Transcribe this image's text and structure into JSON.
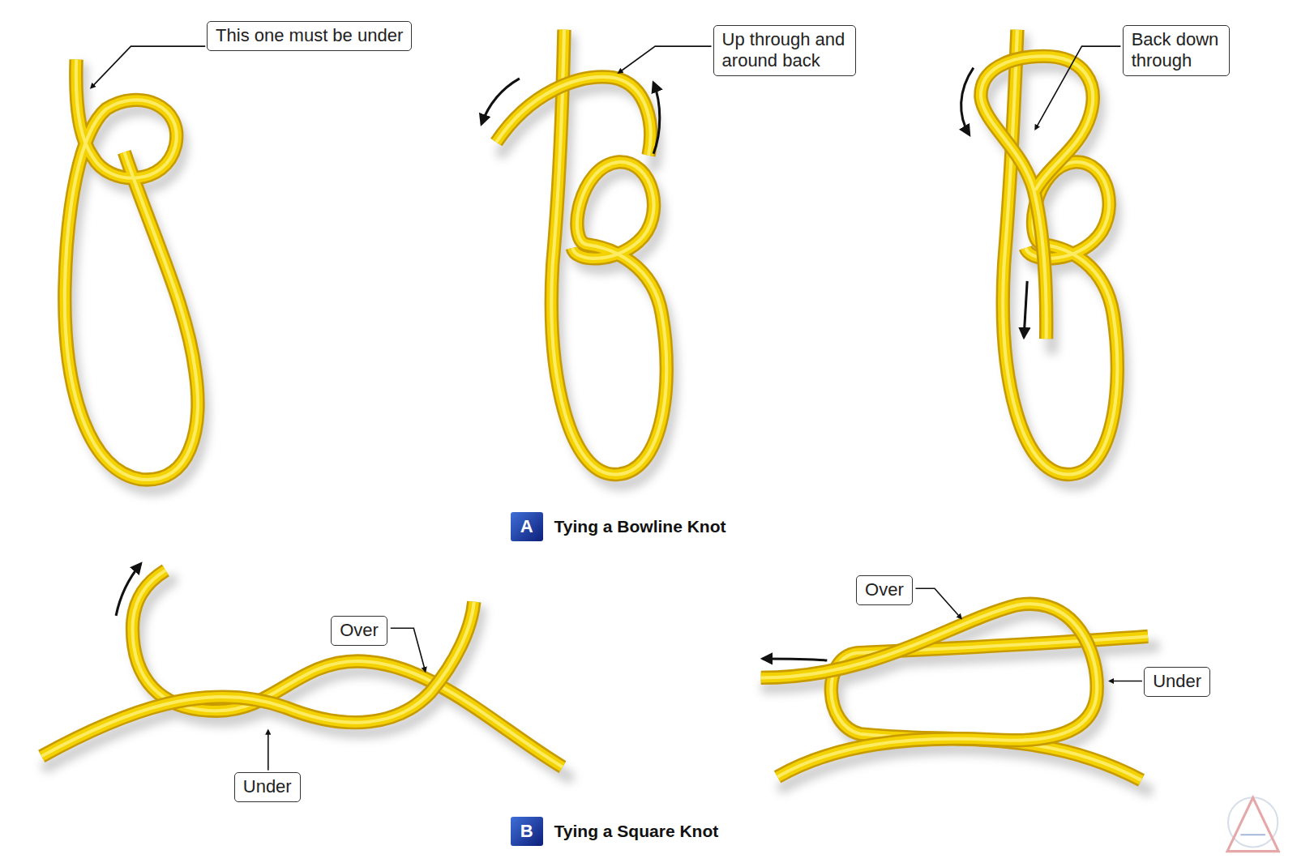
{
  "diagram": {
    "nodes": [
      {
        "text": [
          "This one must be under"
        ]
      },
      {
        "text": [
          "Up through and around back"
        ]
      },
      {
        "text": [
          "Back down through"
        ]
      },
      {
        "text": [
          "A",
          "Tying a Bowline Knot"
        ]
      },
      {
        "text": [
          "Over"
        ]
      },
      {
        "text": [
          "Under"
        ]
      },
      {
        "text": [
          "Over"
        ]
      },
      {
        "text": [
          "Under"
        ]
      },
      {
        "text": [
          "B",
          "Tying a Square Knot"
        ]
      }
    ]
  }
}
